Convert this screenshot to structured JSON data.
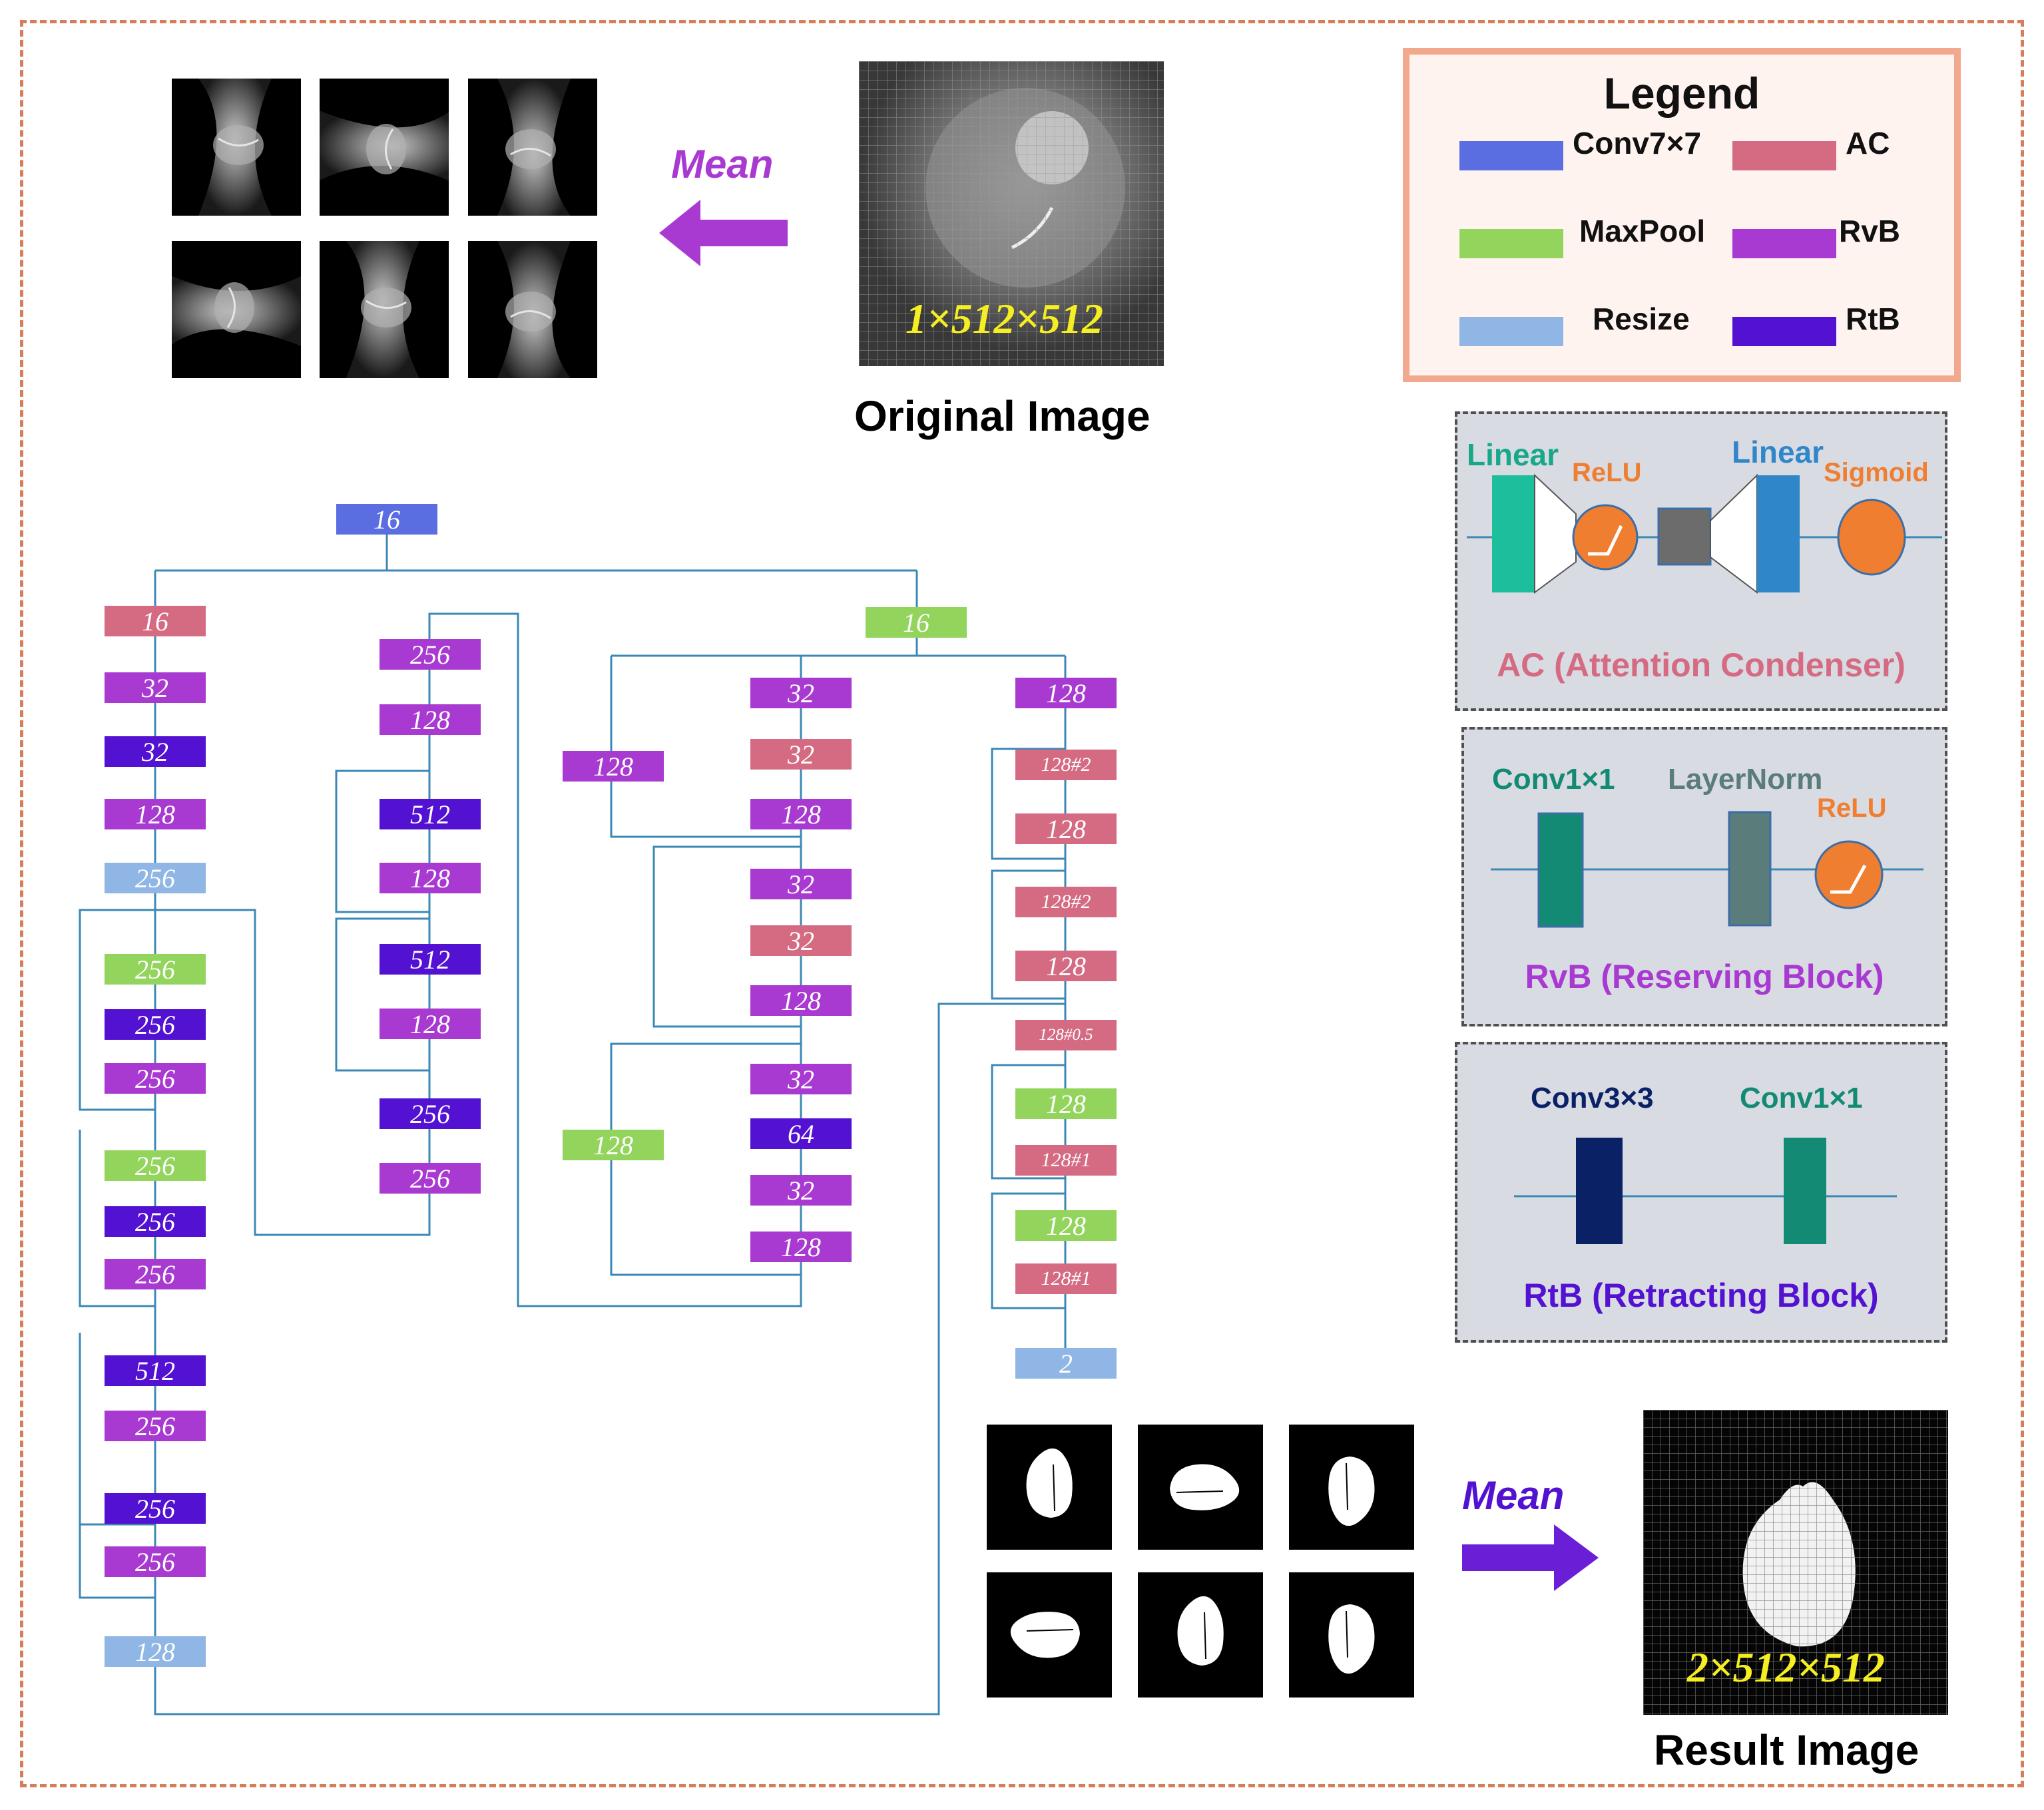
{
  "legend": {
    "title": "Legend",
    "items": [
      {
        "label": "Conv7×7",
        "color": "#5b6ee1"
      },
      {
        "label": "AC",
        "color": "#d46b82"
      },
      {
        "label": "MaxPool",
        "color": "#93d45d"
      },
      {
        "label": "RvB",
        "color": "#a93ad1"
      },
      {
        "label": "Resize",
        "color": "#8fb6e4"
      },
      {
        "label": "RtB",
        "color": "#5311d2"
      }
    ]
  },
  "top": {
    "mean_label": "Mean",
    "original_caption": "Original Image",
    "original_dims": "1×512×512"
  },
  "bottom": {
    "mean_label": "Mean",
    "result_caption": "Result Image",
    "result_dims": "2×512×512"
  },
  "ac_panel": {
    "title": "AC (Attention Condenser)",
    "linear1": "Linear",
    "relu": "ReLU",
    "linear2": "Linear",
    "sigmoid": "Sigmoid"
  },
  "rvb_panel": {
    "title": "RvB (Reserving Block)",
    "conv": "Conv1×1",
    "norm": "LayerNorm",
    "relu": "ReLU"
  },
  "rtb_panel": {
    "title": "RtB (Retracting Block)",
    "conv3": "Conv3×3",
    "conv1": "Conv1×1"
  },
  "network": {
    "blocks": [
      {
        "id": "b0",
        "label": "16",
        "type": "Conv7×7"
      },
      {
        "id": "a1",
        "label": "16",
        "type": "AC"
      },
      {
        "id": "a2",
        "label": "32",
        "type": "RvB"
      },
      {
        "id": "a3",
        "label": "32",
        "type": "RtB"
      },
      {
        "id": "a4",
        "label": "128",
        "type": "RvB"
      },
      {
        "id": "a5",
        "label": "256",
        "type": "Resize"
      },
      {
        "id": "a6",
        "label": "256",
        "type": "MaxPool"
      },
      {
        "id": "a7",
        "label": "256",
        "type": "RtB"
      },
      {
        "id": "a8",
        "label": "256",
        "type": "RvB"
      },
      {
        "id": "a9",
        "label": "256",
        "type": "MaxPool"
      },
      {
        "id": "a10",
        "label": "256",
        "type": "RtB"
      },
      {
        "id": "a11",
        "label": "256",
        "type": "RvB"
      },
      {
        "id": "a12",
        "label": "512",
        "type": "RtB"
      },
      {
        "id": "a13",
        "label": "256",
        "type": "RvB"
      },
      {
        "id": "a14",
        "label": "256",
        "type": "RtB"
      },
      {
        "id": "a15",
        "label": "256",
        "type": "RvB"
      },
      {
        "id": "a16",
        "label": "128",
        "type": "Resize"
      },
      {
        "id": "c1",
        "label": "256",
        "type": "RvB"
      },
      {
        "id": "c2",
        "label": "128",
        "type": "RvB"
      },
      {
        "id": "c3",
        "label": "512",
        "type": "RtB"
      },
      {
        "id": "c4",
        "label": "128",
        "type": "RvB"
      },
      {
        "id": "c5",
        "label": "512",
        "type": "RtB"
      },
      {
        "id": "c6",
        "label": "128",
        "type": "RvB"
      },
      {
        "id": "c7",
        "label": "256",
        "type": "RtB"
      },
      {
        "id": "c8",
        "label": "256",
        "type": "RvB"
      },
      {
        "id": "m0",
        "label": "16",
        "type": "MaxPool"
      },
      {
        "id": "d1",
        "label": "128",
        "type": "RvB"
      },
      {
        "id": "d2",
        "label": "128",
        "type": "MaxPool"
      },
      {
        "id": "e1",
        "label": "32",
        "type": "RvB"
      },
      {
        "id": "e2",
        "label": "32",
        "type": "AC"
      },
      {
        "id": "e3",
        "label": "128",
        "type": "RvB"
      },
      {
        "id": "e4",
        "label": "32",
        "type": "RvB"
      },
      {
        "id": "e5",
        "label": "32",
        "type": "AC"
      },
      {
        "id": "e6",
        "label": "128",
        "type": "RvB"
      },
      {
        "id": "e7",
        "label": "32",
        "type": "RvB"
      },
      {
        "id": "e8",
        "label": "64",
        "type": "RtB"
      },
      {
        "id": "e9",
        "label": "32",
        "type": "RvB"
      },
      {
        "id": "e10",
        "label": "128",
        "type": "RvB"
      },
      {
        "id": "f1",
        "label": "128",
        "type": "RvB"
      },
      {
        "id": "f2",
        "label": "128#2",
        "type": "AC"
      },
      {
        "id": "f3",
        "label": "128",
        "type": "AC"
      },
      {
        "id": "f4",
        "label": "128#2",
        "type": "AC"
      },
      {
        "id": "f5",
        "label": "128",
        "type": "AC"
      },
      {
        "id": "f6",
        "label": "128#0.5",
        "type": "AC"
      },
      {
        "id": "f7",
        "label": "128",
        "type": "MaxPool"
      },
      {
        "id": "f8",
        "label": "128#1",
        "type": "AC"
      },
      {
        "id": "f9",
        "label": "128",
        "type": "MaxPool"
      },
      {
        "id": "f10",
        "label": "128#1",
        "type": "AC"
      },
      {
        "id": "f11",
        "label": "2",
        "type": "Resize"
      }
    ]
  }
}
